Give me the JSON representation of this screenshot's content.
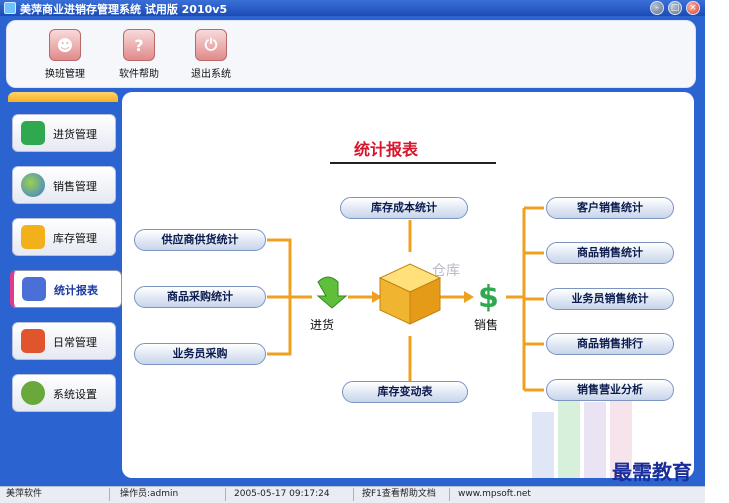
{
  "window": {
    "title": "美萍商业进销存管理系统 试用版 2010v5"
  },
  "toolbar": {
    "items": [
      {
        "label": "换班管理",
        "icon": "person-swap-icon"
      },
      {
        "label": "软件帮助",
        "icon": "help-icon"
      },
      {
        "label": "退出系统",
        "icon": "power-icon"
      }
    ]
  },
  "sidebar": {
    "items": [
      {
        "label": "进货管理",
        "icon": "plus-icon",
        "color": "#2fa84f"
      },
      {
        "label": "销售管理",
        "icon": "pie-chart-icon",
        "color": "#3a7ae0"
      },
      {
        "label": "库存管理",
        "icon": "star-icon",
        "color": "#f2b01a"
      },
      {
        "label": "统计报表",
        "icon": "bar-chart-icon",
        "color": "#4a6fd6",
        "active": true
      },
      {
        "label": "日常管理",
        "icon": "tools-icon",
        "color": "#e0552d"
      },
      {
        "label": "系统设置",
        "icon": "gear-icon",
        "color": "#69a83b"
      }
    ]
  },
  "main": {
    "title": "统计报表",
    "left_items": [
      "供应商供货统计",
      "商品采购统计",
      "业务员采购"
    ],
    "top_item": "库存成本统计",
    "bottom_item": "库存变动表",
    "right_items": [
      "客户销售统计",
      "商品销售统计",
      "业务员销售统计",
      "商品销售排行",
      "销售营业分析"
    ],
    "labels": {
      "purchase": "进货",
      "warehouse": "仓库",
      "sales": "销售"
    }
  },
  "statusbar": {
    "software": "美萍软件",
    "operator": "操作员:admin",
    "datetime": "2005-05-17 09:17:24",
    "help": "按F1查看帮助文档",
    "website": "www.mpsoft.net"
  },
  "overlay": {
    "text": "最需教育"
  },
  "colors": {
    "frame": "#2b64d1",
    "accent": "#d8162b",
    "arrow": "#f0a020"
  }
}
